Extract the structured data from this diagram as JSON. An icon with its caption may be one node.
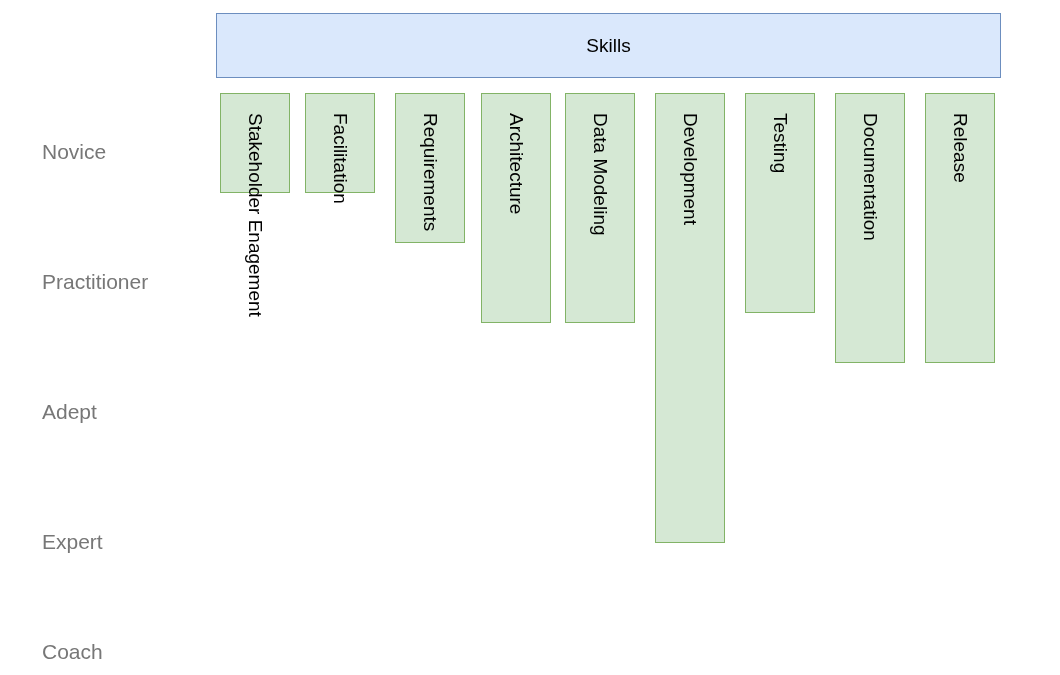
{
  "diagram": {
    "nodes": [
      {
        "text": [
          "Skills"
        ]
      },
      {
        "text": [
          "Stakeholder Enagement"
        ]
      },
      {
        "text": [
          "Facilitation"
        ]
      },
      {
        "text": [
          "Requirements"
        ]
      },
      {
        "text": [
          "Architecture"
        ]
      },
      {
        "text": [
          "Data Modeling"
        ]
      },
      {
        "text": [
          "Development"
        ]
      },
      {
        "text": [
          "Testing"
        ]
      },
      {
        "text": [
          "Documentation"
        ]
      },
      {
        "text": [
          "Release"
        ]
      }
    ],
    "labels": [
      "Novice",
      "Practitioner",
      "Adept",
      "Expert",
      "Coach"
    ]
  }
}
